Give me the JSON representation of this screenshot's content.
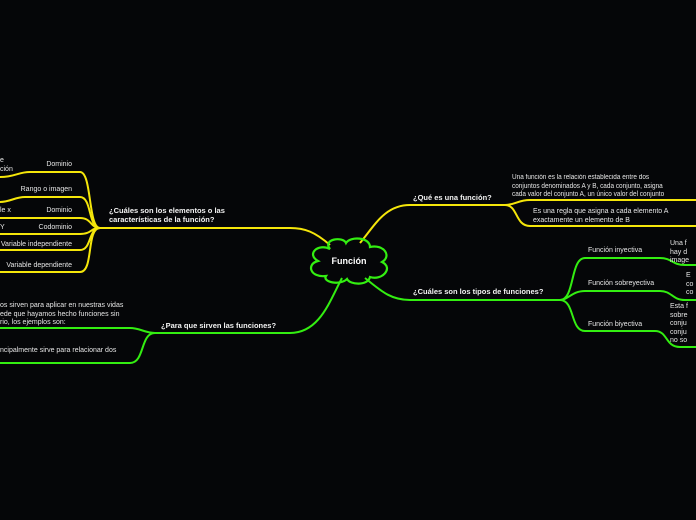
{
  "colors": {
    "background": "#050608",
    "yellow": "#f5e60a",
    "green": "#33ee11"
  },
  "central": "Función",
  "branches": {
    "elementos": {
      "title": "¿Cuáles son los elementos o las características de la función?",
      "leaves": [
        {
          "label": "Dominio",
          "note_lines": [
            "e",
            "ción"
          ]
        },
        {
          "label": "Rango o imagen"
        },
        {
          "label": "Dominio",
          "note_lines": [
            "le x"
          ]
        },
        {
          "label": "Codominio",
          "note_lines": [
            "Y"
          ]
        },
        {
          "label": "Variable independiente"
        },
        {
          "label": "Variable dependiente"
        }
      ]
    },
    "para_que": {
      "title": "¿Para que sirven las funciones?",
      "leaves": [
        {
          "lines": [
            "os sirven para aplicar en nuestras vidas",
            "ede que hayamos hecho funciones sin",
            "rio, los ejemplos son:"
          ]
        },
        {
          "lines": [
            "ncipalmente sirve para relacionar dos"
          ]
        }
      ]
    },
    "que_es": {
      "title": "¿Qué es una función?",
      "leaves": [
        {
          "lines": [
            "Una función es la relación establecida entre dos",
            "conjuntos denominados A y B, cada conjunto, asigna",
            "cada valor del conjunto A, un único valor del conjunto"
          ]
        },
        {
          "lines": [
            "Es una regla que asigna a cada elemento A",
            "exactamente un elemento de B"
          ]
        }
      ]
    },
    "tipos": {
      "title": "¿Cuáles son los tipos de funciones?",
      "leaves": [
        {
          "label": "Función inyectiva",
          "lines": [
            "Una f",
            "hay d",
            "image"
          ]
        },
        {
          "label": "Función sobreyectiva",
          "lines": [
            "E",
            "co",
            "co"
          ]
        },
        {
          "label": "Función biyectiva",
          "lines": [
            "Esta f",
            "sobre",
            "conju",
            "conju",
            "no so"
          ]
        }
      ]
    }
  }
}
